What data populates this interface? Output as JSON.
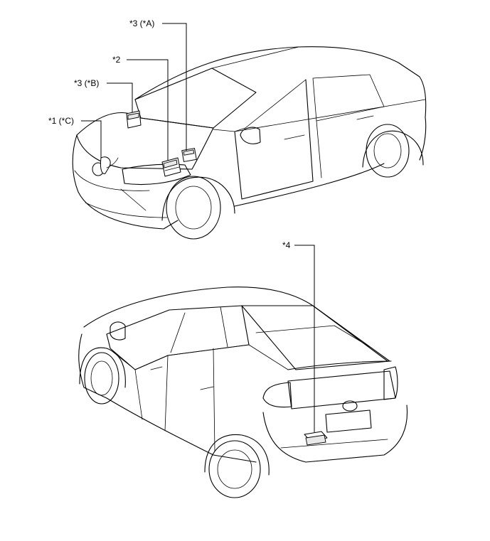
{
  "callouts": {
    "part3_a": "*3 (*A)",
    "part2": "*2",
    "part3_b": "*3 (*B)",
    "part1_c": "*1 (*C)",
    "part4": "*4"
  }
}
